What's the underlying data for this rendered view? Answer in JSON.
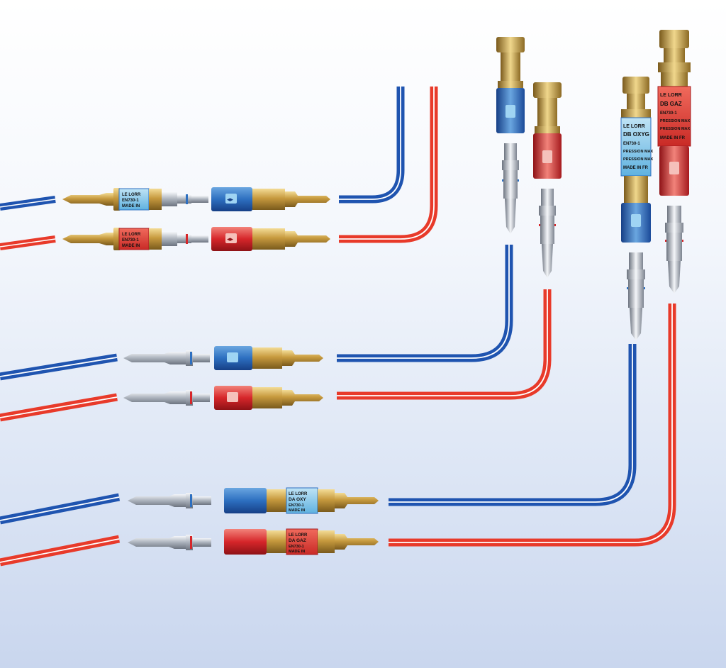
{
  "labels": {
    "brand": "LE LORR",
    "oxy": "DB OXYG",
    "gaz": "DB GAZ",
    "norm": "EN730-1",
    "pression": "PRESSION MAX",
    "made": "MADE IN FR",
    "da_oxy": "DA OXY",
    "da_gaz": "DA GAZ"
  },
  "colors": {
    "oxygen_blue": "#1f54b0",
    "fuel_red": "#e83a2a",
    "brass": "#c9a14a",
    "steel": "#b9bfc8",
    "background_top": "#ffffff",
    "background_bottom": "#c9d6ee"
  }
}
